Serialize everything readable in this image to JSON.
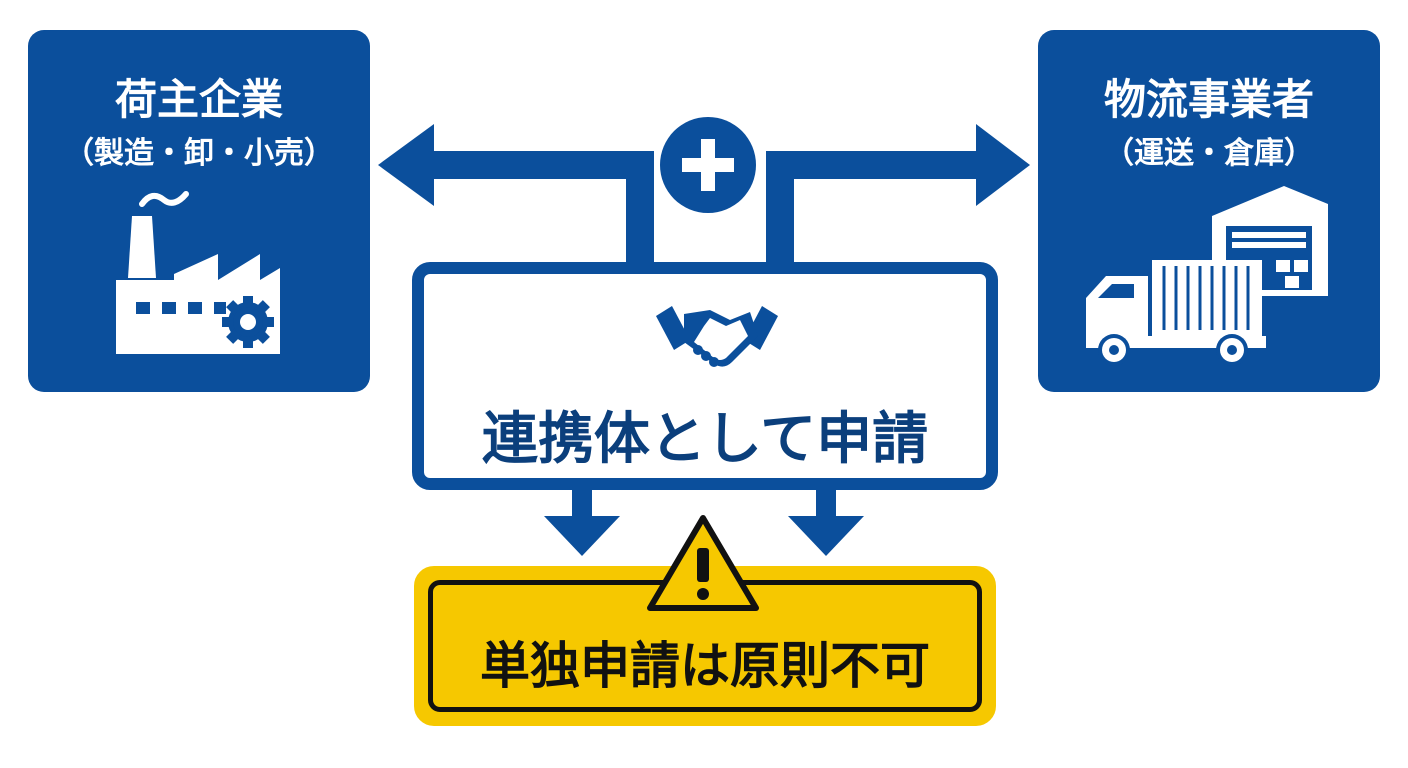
{
  "shipper": {
    "title": "荷主企業",
    "subtitle": "（製造・卸・小売）",
    "icon": "factory-icon"
  },
  "logistics": {
    "title": "物流事業者",
    "subtitle": "（運送・倉庫）",
    "icon": "truck-warehouse-icon"
  },
  "plus": {
    "icon": "plus-icon"
  },
  "center": {
    "label": "連携体として申請",
    "icon": "handshake-icon"
  },
  "warning": {
    "label": "単独申請は原則不可",
    "icon": "warning-icon"
  },
  "colors": {
    "primary": "#0b4f9c",
    "dark_text": "#0b3f7c",
    "warning": "#f6c800",
    "white": "#ffffff",
    "black": "#111111"
  }
}
